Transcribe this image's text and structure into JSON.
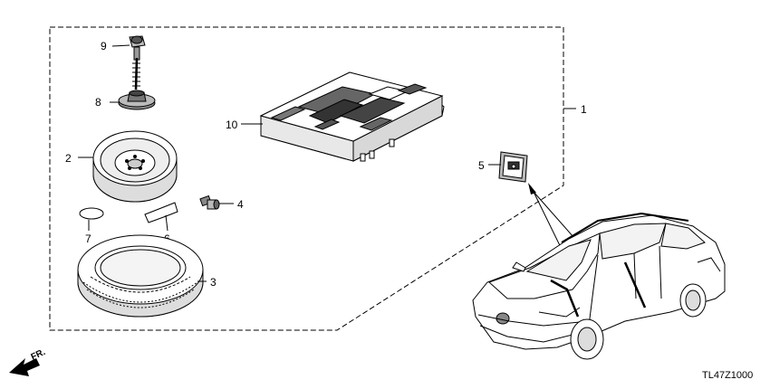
{
  "diagram": {
    "callouts": {
      "c1": "1",
      "c2": "2",
      "c3": "3",
      "c4": "4",
      "c5": "5",
      "c6": "6",
      "c7": "7",
      "c8": "8",
      "c9": "9",
      "c10": "10"
    },
    "direction_label": "FR.",
    "reference_code": "TL47Z1000"
  }
}
